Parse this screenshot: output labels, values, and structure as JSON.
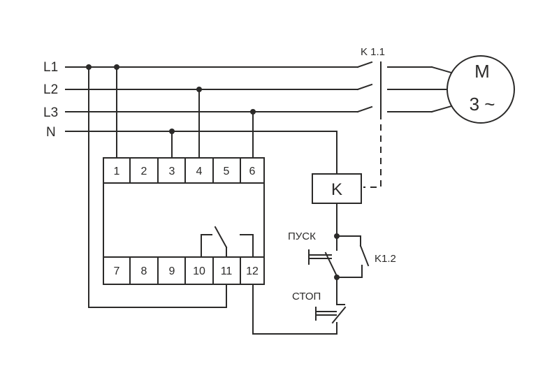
{
  "lines": [
    "L1",
    "L2",
    "L3",
    "N"
  ],
  "contactor_main_label": "K 1.1",
  "motor": {
    "letter": "M",
    "phase": "3 ~"
  },
  "coil_label": "K",
  "start_label": "ПУСК",
  "stop_label": "СТОП",
  "aux_contact_label": "K1.2",
  "terminals_top": [
    "1",
    "2",
    "3",
    "4",
    "5",
    "6"
  ],
  "terminals_bottom": [
    "7",
    "8",
    "9",
    "10",
    "11",
    "12"
  ],
  "colors": {
    "ink": "#2b2a29",
    "background": "#ffffff"
  }
}
